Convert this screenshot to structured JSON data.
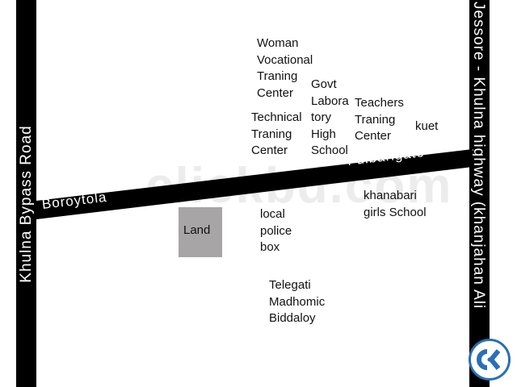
{
  "roads": {
    "left": "Khulna Bypass Road",
    "right": "Jessore - Khulna highway (khanjahan Ali",
    "diagonal_left": "Boroytola",
    "diagonal_right": "Fulbarigate"
  },
  "places": {
    "woman": [
      "Woman",
      "Vocational",
      "Traning",
      "Center"
    ],
    "govt": [
      "Govt",
      "Labora",
      "tory",
      "High",
      "School"
    ],
    "teachers": [
      "Teachers",
      "Traning",
      "Center"
    ],
    "kuet": "kuet",
    "technical": [
      "Technical",
      "Traning",
      "Center"
    ],
    "khanabari": [
      "khanabari",
      "girls School"
    ],
    "police": [
      "local",
      "police",
      "box"
    ],
    "telegati": [
      "Telegati",
      "Madhomic",
      "Biddaloy"
    ],
    "land": "Land"
  },
  "watermark": "clickbd.com",
  "colors": {
    "road": "#000000",
    "land": "#a7a5a5",
    "logo": "#2a6fb5"
  }
}
